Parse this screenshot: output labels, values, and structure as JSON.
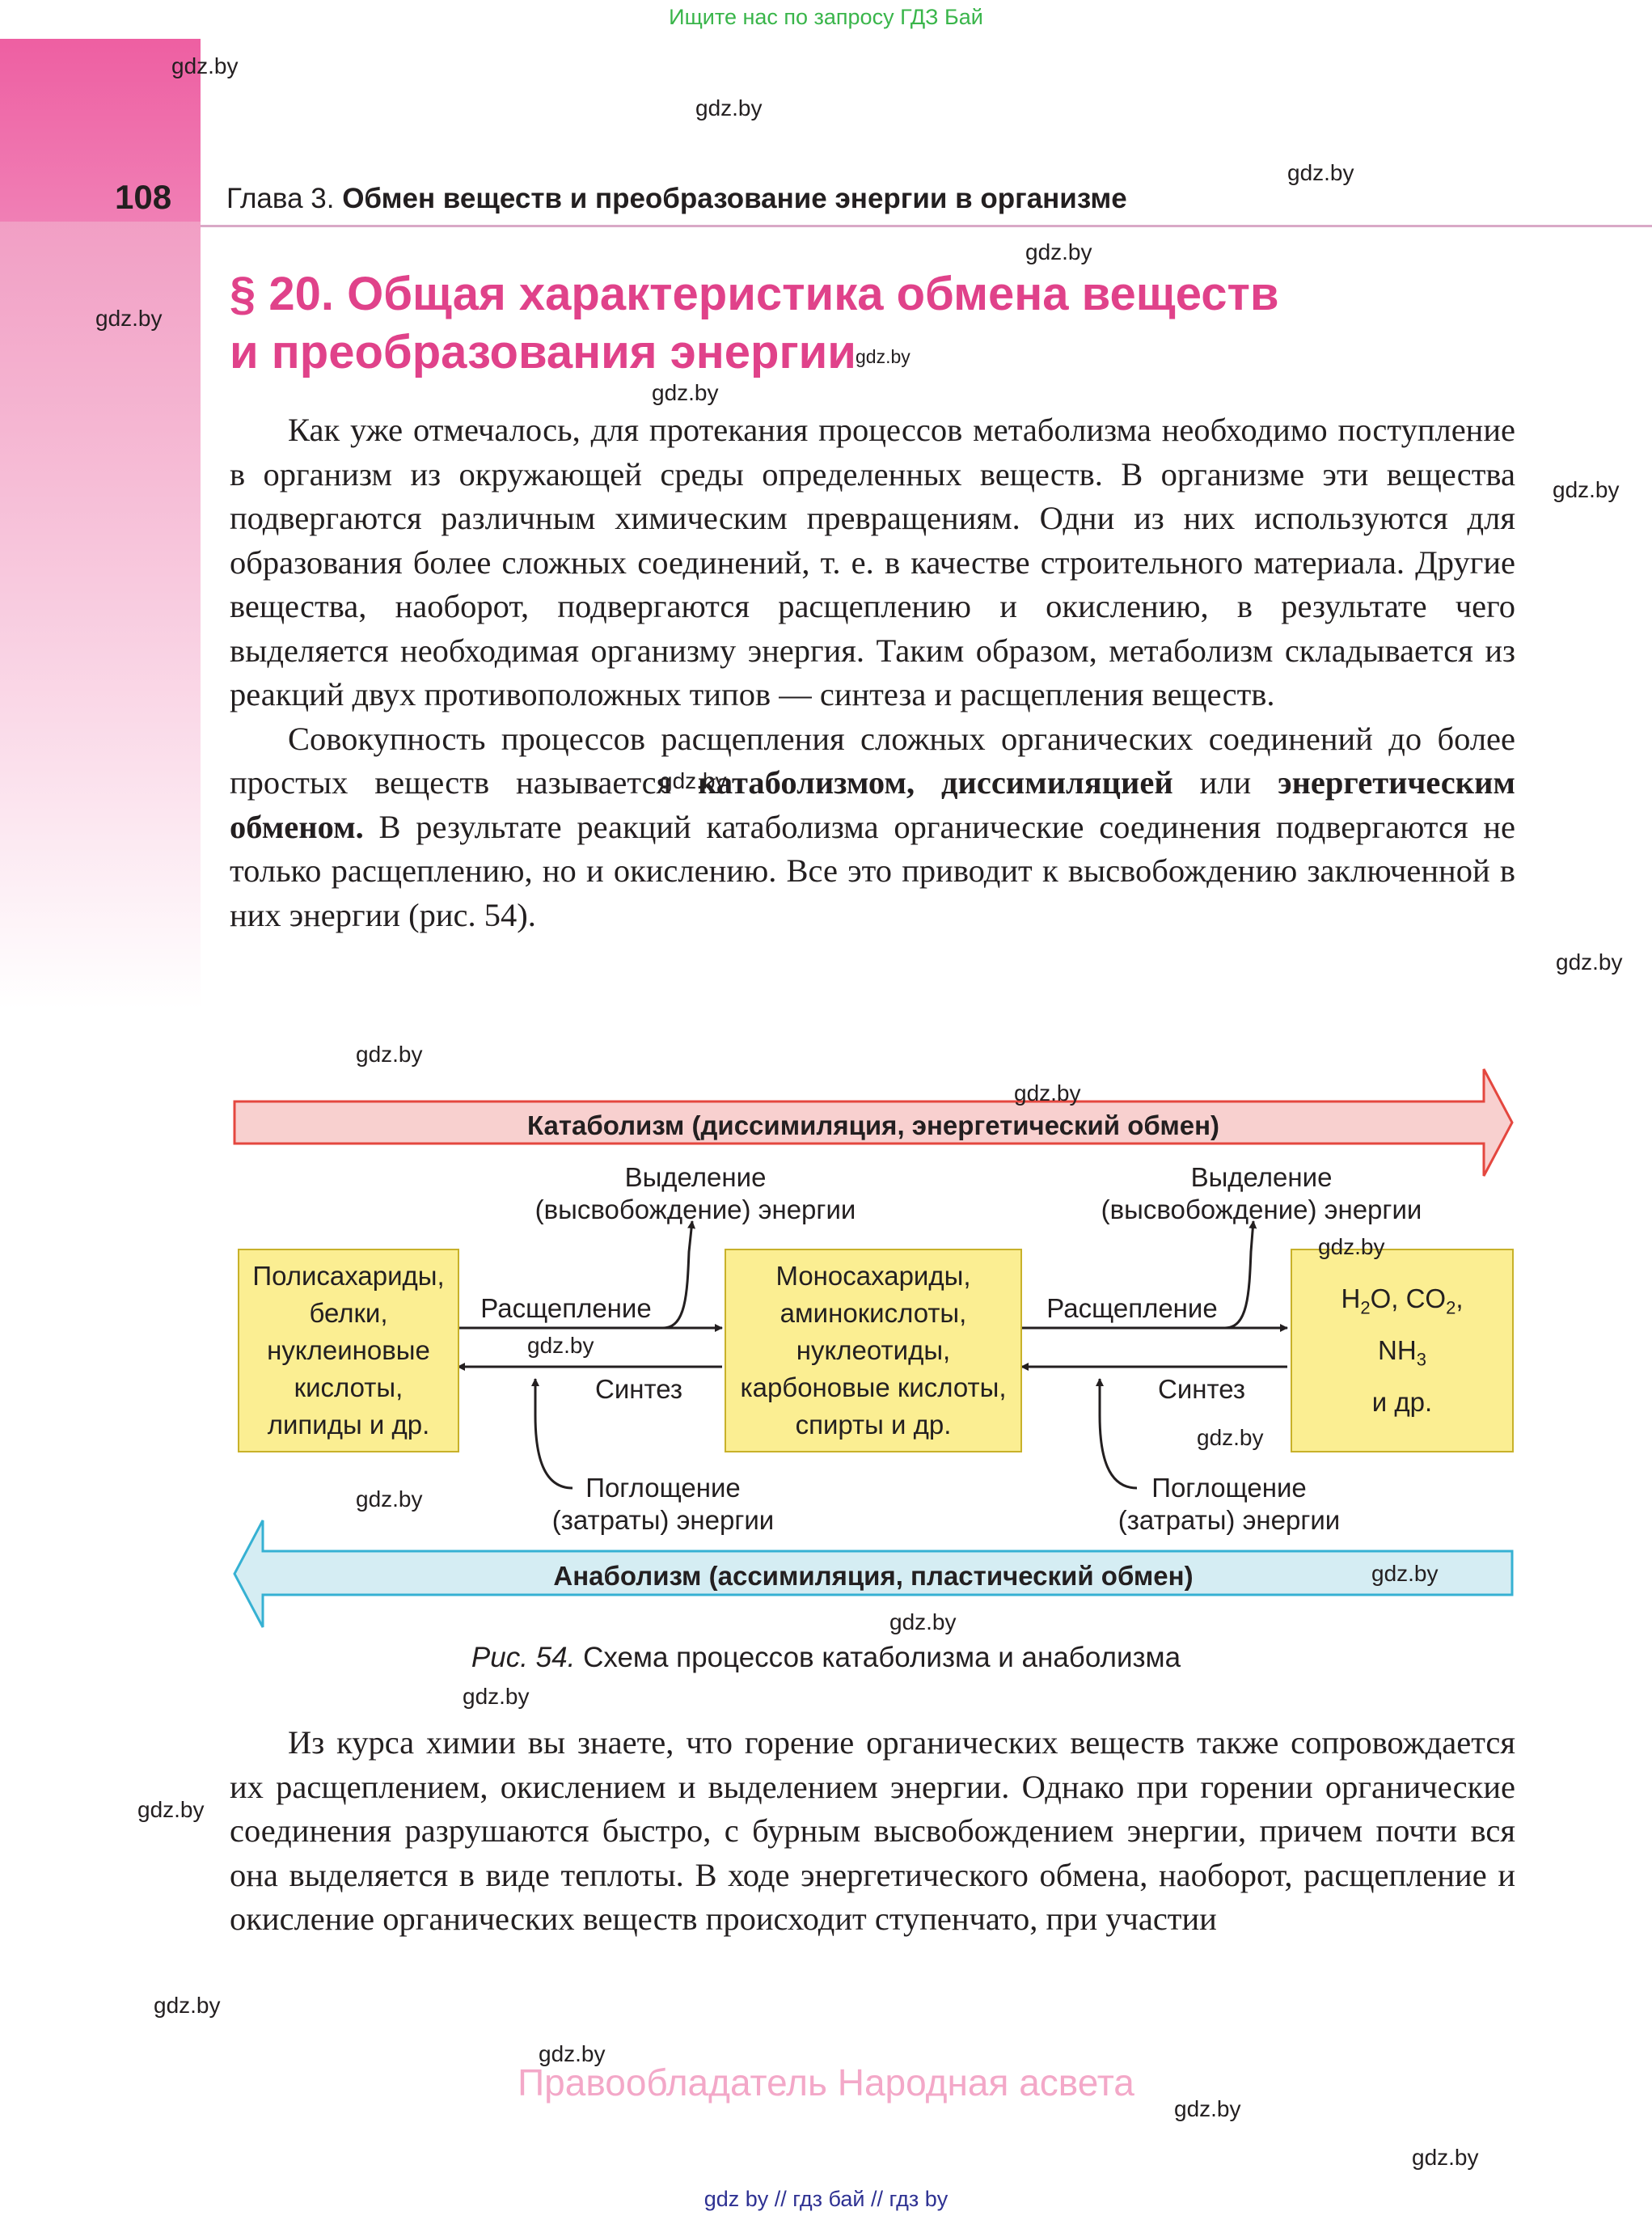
{
  "top_banner": "Ищите нас по запросу ГДЗ Бай",
  "header": {
    "page_number": "108",
    "chapter_prefix": "Глава 3.",
    "chapter_title": "Обмен веществ и преобразование энергии в организме"
  },
  "section_title_line1": "§ 20. Общая характеристика обмена веществ",
  "section_title_line2": "и преобразования энергии",
  "paragraphs": {
    "p1": "Как уже отмечалось, для протекания процессов метаболизма необходимо поступление в организм из окружающей среды определенных веществ. В организме эти вещества подвергаются различным химическим превращениям. Одни из них используются для образования более сложных соединений, т. е. в качестве строительного материала. Другие вещества, наоборот, подвергаются расщеплению и окислению, в результате чего выделяется необходимая организму энергия. Таким образом, метаболизм складывается из реакций двух противоположных типов — синтеза и расщепления веществ.",
    "p2_part1": "Совокупность процессов расщепления сложных органических соединений до более простых веществ называется",
    "p2_bold1": "катаболизмом, диссимиляцией",
    "p2_part2": "или",
    "p2_bold2": "энергетическим обменом.",
    "p2_part3": "В результате реакций катаболизма органические соединения подвергаются не только расщеплению, но и окислению. Все это приводит к высвобождению заключенной в них энергии (рис. 54).",
    "p3": "Из курса химии вы знаете, что горение органических веществ также сопровождается их расщеплением, окислением и выделением энергии. Однако при горении органические соединения разрушаются быстро, с бурным высвобождением энергии, причем почти вся она выделяется в виде теплоты. В ходе энергетического обмена, наоборот, расщепление и окисление органических веществ происходит ступенчато, при участии"
  },
  "diagram": {
    "catabolism_arrow": "Катаболизм (диссимиляция, энергетический обмен)",
    "anabolism_arrow": "Анаболизм (ассимиляция, пластический обмен)",
    "box1": [
      "Полисахариды,",
      "белки,",
      "нуклеиновые",
      "кислоты,",
      "липиды и др."
    ],
    "box2": [
      "Моносахариды,",
      "аминокислоты,",
      "нуклеотиды,",
      "карбоновые кислоты,",
      "спирты и др."
    ],
    "box3_line1_a": "H",
    "box3_sub1": "2",
    "box3_line1_b": "O, CO",
    "box3_sub2": "2",
    "box3_line1_c": ",",
    "box3_line2_a": "NH",
    "box3_sub3": "3",
    "box3_line3": "и др.",
    "release1_line1": "Выделение",
    "release1_line2": "(высвобождение) энергии",
    "release2_line1": "Выделение",
    "release2_line2": "(высвобождение) энергии",
    "split1": "Расщепление",
    "split2": "Расщепление",
    "synth1": "Синтез",
    "synth2": "Синтез",
    "absorb1_line1": "Поглощение",
    "absorb1_line2": "(затраты) энергии",
    "absorb2_line1": "Поглощение",
    "absorb2_line2": "(затраты) энергии",
    "colors": {
      "catabolism_fill": "#f8d0cf",
      "catabolism_stroke": "#e4473f",
      "anabolism_fill": "#d5edf3",
      "anabolism_stroke": "#36b1d3",
      "box_fill": "#fbee92"
    }
  },
  "caption_prefix": "Рис. 54.",
  "caption_text": "Схема процессов катаболизма и анаболизма",
  "footer_rights": "Правообладатель Народная асвета",
  "bottom_links": "gdz by  //  гдз бай  //  гдз by",
  "watermark": "gdz.by"
}
